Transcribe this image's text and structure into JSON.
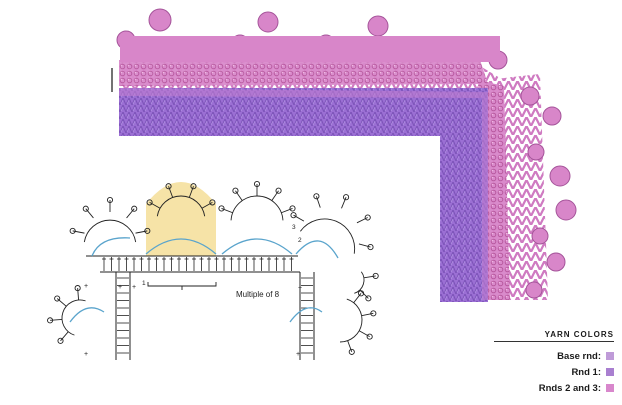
{
  "diagram": {
    "repeat_label": "Multiple of 8",
    "round_numbers": [
      "3",
      "2",
      "1"
    ]
  },
  "legend": {
    "title": "YARN COLORS",
    "items": [
      {
        "label": "Base rnd:",
        "color": "#bf9bd8"
      },
      {
        "label": "Rnd 1:",
        "color": "#a97fd0"
      },
      {
        "label": "Rnds 2 and 3:",
        "color": "#d887cc"
      }
    ]
  },
  "colors": {
    "base_round": "#9b6fd4",
    "pink_picot": "#d47fc6",
    "chart_highlight": "#f6e3a7",
    "chart_blue": "#5aa4cc"
  }
}
